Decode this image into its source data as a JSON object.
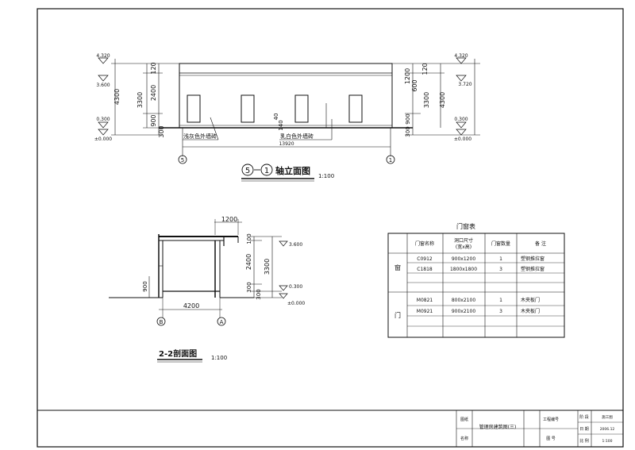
{
  "elevation": {
    "title": "⑤-① 轴立面图",
    "title_axis_a": "5",
    "title_axis_b": "1",
    "title_text": "轴立面图",
    "scale": "1:100",
    "levels_left": [
      "4.320",
      "3.600",
      "0.300",
      "±0.000"
    ],
    "levels_right": [
      "4.320",
      "3.720",
      "0.300",
      "±0.000"
    ],
    "dims_left_outer": "4300",
    "dims_left_mid": "3300",
    "dims_left_inner": [
      "120",
      "2400",
      "900",
      "300"
    ],
    "dims_right_inner": [
      "1200",
      "600",
      "120"
    ],
    "dims_right_mid": "3300",
    "dims_right_outer": "4300",
    "dims_right_small": [
      "900",
      "300"
    ],
    "note_left": "浅灰色外墙砖",
    "note_right": "乳白色外墙砖",
    "dim_small_a": "40",
    "dim_small_b": "140",
    "total_width": "13920",
    "axis_left": "5",
    "axis_right": "1"
  },
  "section": {
    "title": "2-2剖面图",
    "scale": "1:100",
    "dim_top": "1200",
    "dims_vert": [
      "100",
      "2400",
      "300",
      "300"
    ],
    "dim_mid": "3300",
    "dim_left": "900",
    "dim_width": "4200",
    "levels": [
      "3.600",
      "0.300",
      "±0.000"
    ],
    "axis_left": "B",
    "axis_right": "A"
  },
  "schedule": {
    "title": "门窗表",
    "headers": [
      "门窗名称",
      "洞口尺寸",
      "(宽x高)",
      "门窗数量",
      "备 注"
    ],
    "group_window": "窗",
    "group_door": "门",
    "rows": [
      {
        "name": "C0912",
        "size": "900x1200",
        "qty": "1",
        "note": "塑钢推拉窗"
      },
      {
        "name": "C1818",
        "size": "1800x1800",
        "qty": "3",
        "note": "塑钢推拉窗"
      },
      {
        "name": "M0821",
        "size": "800x2100",
        "qty": "1",
        "note": "木夹板门"
      },
      {
        "name": "M0921",
        "size": "900x2100",
        "qty": "3",
        "note": "木夹板门"
      }
    ]
  },
  "titleblock": {
    "label_drawing": "图纸",
    "label_name": "名称",
    "drawing_name": "管理房建筑图(三)",
    "label_project_no": "工程编号",
    "label_sheet_no": "图 号",
    "label_stage": "阶 段",
    "stage_value": "施工图",
    "label_date": "日 期",
    "date_value": "2006.12",
    "label_scale": "比 例",
    "scale_value": "1:100"
  }
}
